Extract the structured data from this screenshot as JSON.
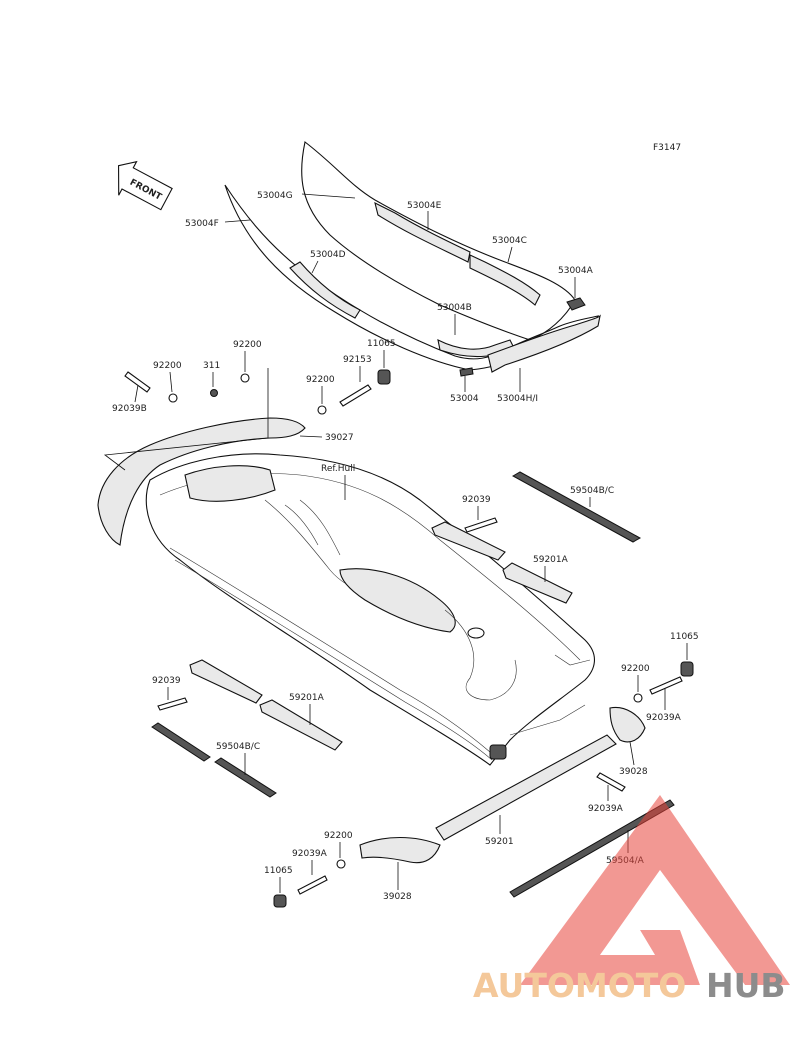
{
  "figure_code": "F3147",
  "front_label": "FRONT",
  "ref_label": "Ref.Hull",
  "labels": {
    "l53004G": "53004G",
    "l53004E": "53004E",
    "l53004F": "53004F",
    "l53004C": "53004C",
    "l53004D": "53004D",
    "l53004A": "53004A",
    "l53004B": "53004B",
    "l53004": "53004",
    "l53004HI": "53004H/I",
    "l92200a": "92200",
    "l311": "311",
    "l92200b": "92200",
    "l11065a": "11065",
    "l92153": "92153",
    "l92200c": "92200",
    "l92039B": "92039B",
    "l39027": "39027",
    "l92039a": "92039",
    "l59504BCa": "59504B/C",
    "l59201Aa": "59201A",
    "l11065b": "11065",
    "l92200d": "92200",
    "l92039Aa": "92039A",
    "l92039b": "92039",
    "l59201Ab": "59201A",
    "l59504BCb": "59504B/C",
    "l39028a": "39028",
    "l92039Ab": "92039A",
    "l92200e": "92200",
    "l92039Ac": "92039A",
    "l59201": "59201",
    "l59504A": "59504/A",
    "l11065c": "11065",
    "l39028b": "39028"
  },
  "watermark": {
    "part1": "AUTOMOTO",
    "part2": "HUB",
    "color_orange": "#f4c89a",
    "color_gray": "#8c8c8c",
    "color_triangle": "#e8433a"
  }
}
